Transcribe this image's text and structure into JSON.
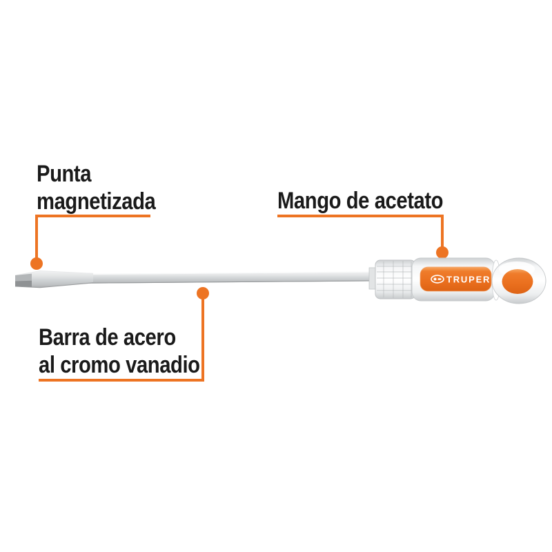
{
  "diagram": {
    "background": "#ffffff",
    "accent_color": "#ED7423",
    "text_color": "#1a1a1a",
    "handle_badge_color": "#ED7023",
    "brand": "TRUPER",
    "callouts": {
      "punta": {
        "line1": "Punta",
        "line2": "magnetizada"
      },
      "mango": {
        "text": "Mango de acetato"
      },
      "barra": {
        "line1": "Barra de acero",
        "line2": "al cromo vanadio"
      }
    }
  }
}
